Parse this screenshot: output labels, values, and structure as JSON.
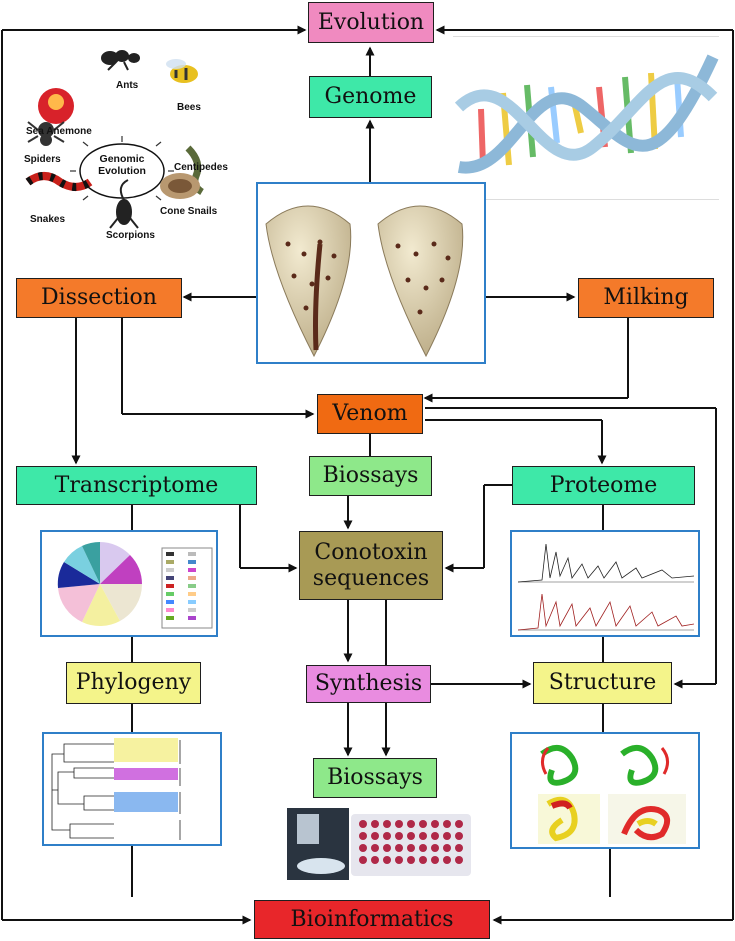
{
  "nodes": {
    "evolution": "Evolution",
    "genome": "Genome",
    "dissection": "Dissection",
    "milking": "Milking",
    "venom": "Venom",
    "biossays_top": "Biossays",
    "transcriptome": "Transcriptome",
    "proteome": "Proteome",
    "conotoxin": "Conotoxin sequences",
    "phylogeny": "Phylogeny",
    "synthesis": "Synthesis",
    "structure": "Structure",
    "biossays_bottom": "Biossays",
    "bioinformatics": "Bioinformatics"
  },
  "genomic_evolution": {
    "center": "Genomic Evolution",
    "organisms": [
      "Ants",
      "Bees",
      "Sea Anemone",
      "Spiders",
      "Centipedes",
      "Snakes",
      "Scorpions",
      "Cone Snails"
    ]
  },
  "colors": {
    "evolution": "#f08ac0",
    "teal": "#3ee8a8",
    "orange": "#f47a2a",
    "venom": "#f06a12",
    "light_green": "#8ee88a",
    "olive": "#a89a55",
    "yellow": "#f4f48a",
    "violet": "#e98ce0",
    "red": "#e8262a",
    "panel_border": "#2f7fc8"
  }
}
